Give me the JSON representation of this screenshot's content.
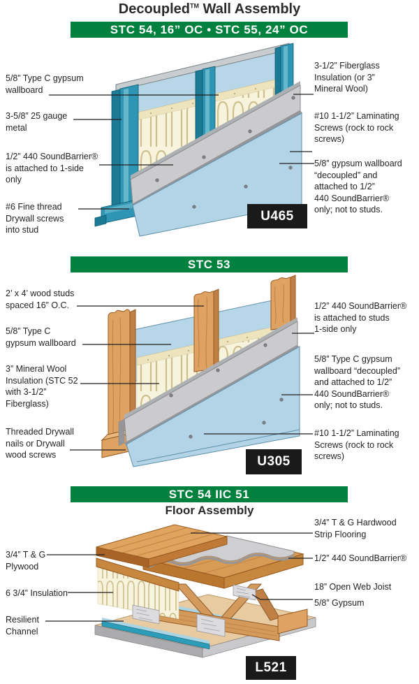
{
  "title": {
    "main": "Decoupled",
    "tm": "TM",
    "rest": " Wall Assembly"
  },
  "colors": {
    "green": "#00813E",
    "badge": "#1A1A1A",
    "stud_teal": "#2E96B4",
    "wallboard_blue": "#B2D4E6",
    "insulation_cream": "#F8F3DC",
    "soundbarrier_gray": "#CBCBCD",
    "wood": "#DEA263"
  },
  "sections": [
    {
      "banner": "STC 54, 16” OC • STC 55, 24” OC",
      "badge": "U465",
      "labels_left": [
        "5/8” Type C gypsum\nwallboard",
        "3-5/8” 25 gauge\nmetal",
        "1/2” 440 SoundBarrier®\nis attached to 1-side\nonly",
        "#6 Fine thread\nDrywall screws\ninto stud"
      ],
      "labels_right": [
        "3-1/2” Fiberglass\nInsulation (or 3”\nMineral Wool)",
        "#10 1-1/2” Laminating\nScrews (rock to rock\nscrews)",
        "5/8” gypsum wallboard\n“decoupled” and\nattached to 1/2”\n440 SoundBarrier®\nonly; not to studs."
      ]
    },
    {
      "banner": "STC 53",
      "badge": "U305",
      "labels_left": [
        "2’ x 4’ wood studs\nspaced 16” O.C.",
        "5/8” Type C\ngypsum wallboard",
        "3” Mineral Wool\nInsulation (STC 52\nwith 3-1/2”\nFiberglass)",
        "Threaded Drywall\nnails or Drywall\nwood screws"
      ],
      "labels_right": [
        "1/2” 440 SoundBarrier®\nis attached to studs\n1-side only",
        "5/8” Type C gypsum\nwallboard “decoupled”\nand attached to 1/2”\n440 SoundBarrier®\nonly; not to studs.",
        "#10 1-1/2” Laminating\nScrews (rock to rock\nscrews)"
      ]
    },
    {
      "banner": "STC 54 IIC 51",
      "subtitle": "Floor Assembly",
      "badge": "L521",
      "labels_left": [
        "3/4” T & G\nPlywood",
        "6 3/4” Insulation",
        "Resilient\nChannel"
      ],
      "labels_right": [
        "3/4” T & G Hardwood\nStrip Flooring",
        "1/2” 440 SoundBarrier®",
        "18” Open Web Joist",
        "5/8” Gypsum"
      ]
    }
  ]
}
